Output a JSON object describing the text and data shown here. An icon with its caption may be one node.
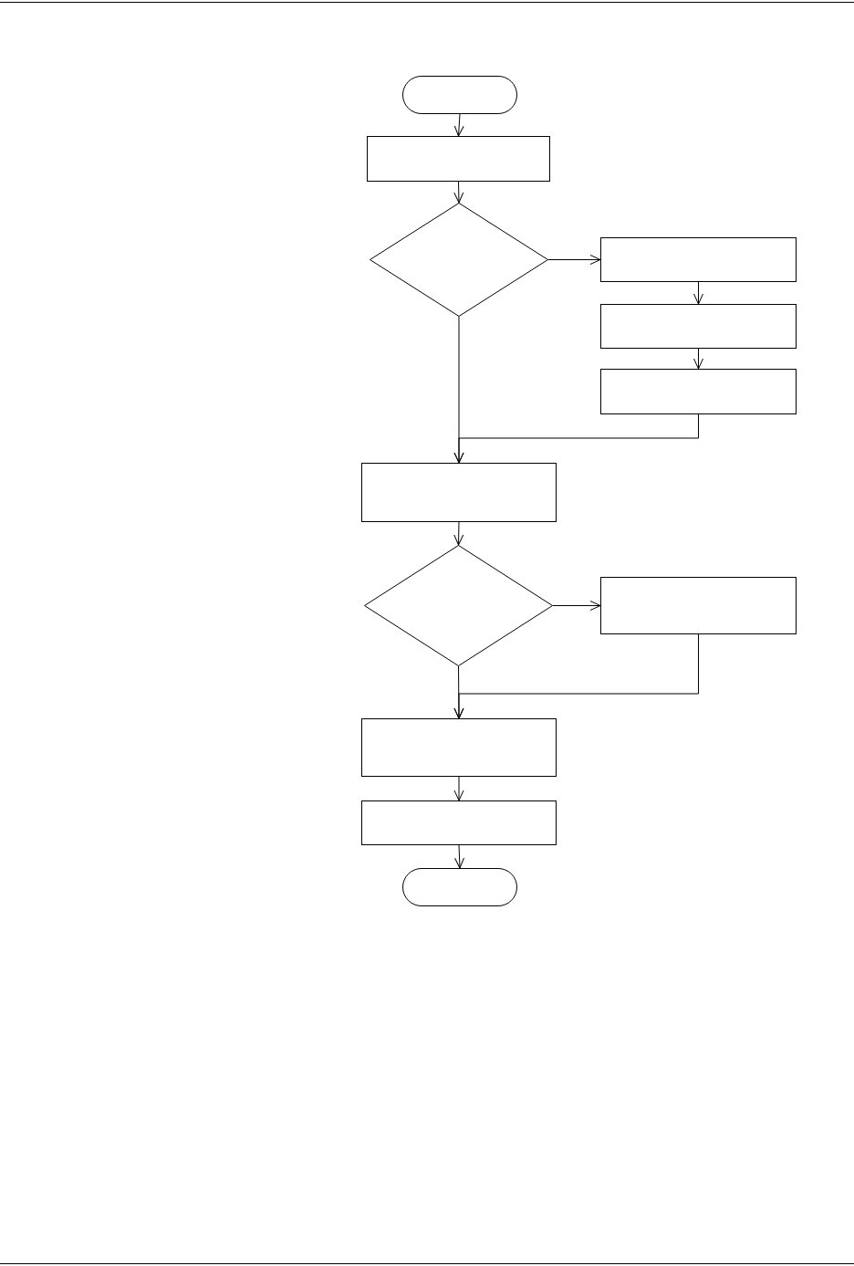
{
  "diagram": {
    "nodes": [
      {
        "text": [],
        "shape": "pill"
      },
      {
        "text": [],
        "shape": "box"
      },
      {
        "text": [],
        "shape": "diamond"
      },
      {
        "text": [],
        "shape": "box"
      },
      {
        "text": [],
        "shape": "box"
      },
      {
        "text": [],
        "shape": "box"
      },
      {
        "text": [],
        "shape": "box"
      },
      {
        "text": [],
        "shape": "diamond"
      },
      {
        "text": [],
        "shape": "box"
      },
      {
        "text": [],
        "shape": "box"
      },
      {
        "text": [],
        "shape": "box"
      },
      {
        "text": [],
        "shape": "pill"
      }
    ],
    "edges": [
      {
        "from": 0,
        "to": 1,
        "arrow": "to"
      },
      {
        "from": 1,
        "to": 2,
        "arrow": "to"
      },
      {
        "from": 2,
        "to": 3,
        "arrow": "to"
      },
      {
        "from": 3,
        "to": 4,
        "arrow": "to"
      },
      {
        "from": 4,
        "to": 5,
        "arrow": "to"
      },
      {
        "from": 2,
        "to": 6,
        "arrow": "to"
      },
      {
        "from": 5,
        "to": 6,
        "arrow": "to"
      },
      {
        "from": 6,
        "to": 7,
        "arrow": "to"
      },
      {
        "from": 7,
        "to": 8,
        "arrow": "to"
      },
      {
        "from": 7,
        "to": 9,
        "arrow": "to"
      },
      {
        "from": 8,
        "to": 9,
        "arrow": "to"
      },
      {
        "from": 9,
        "to": 10,
        "arrow": "to"
      },
      {
        "from": 10,
        "to": 11,
        "arrow": "to"
      }
    ]
  }
}
